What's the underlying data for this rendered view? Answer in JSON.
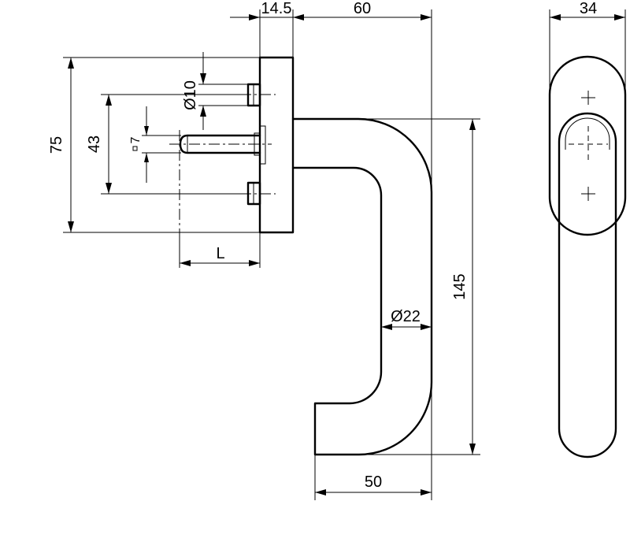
{
  "dimensions": {
    "rosette_thickness": "14.5",
    "handle_reach": "60",
    "rosette_width": "34",
    "rosette_height": "75",
    "screw_spacing": "43",
    "screw_diameter": "Ø10",
    "spindle_square": "7",
    "spindle_length": "L",
    "grip_diameter": "Ø22",
    "handle_length": "145",
    "handle_drop": "50"
  }
}
